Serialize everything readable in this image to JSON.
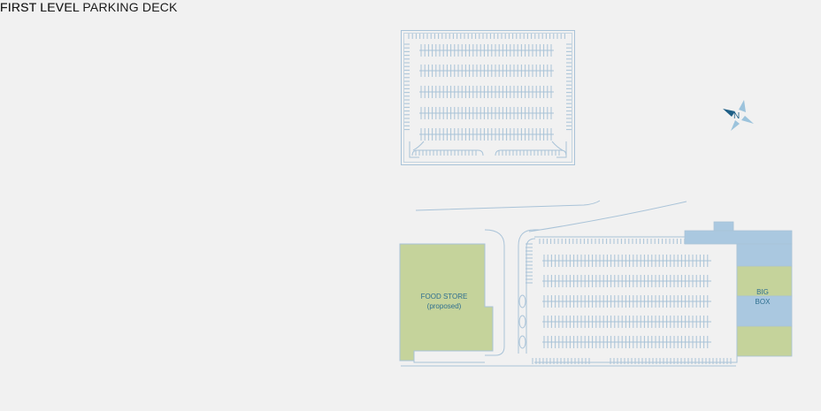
{
  "titles": {
    "deck": "FIRST LEVEL PARKING DECK",
    "level": "FIRST LEVEL"
  },
  "stores": {
    "food_store": {
      "name": "FOOD STORE",
      "note": "(proposed)"
    },
    "big_box": {
      "line1": "BIG",
      "line2": "BOX"
    }
  },
  "compass": {
    "label": "N"
  },
  "colors": {
    "background": "#f1f1f1",
    "outline": "#a9c3d8",
    "food_store_fill": "#c5d39b",
    "big_box_blue": "#aac8e0",
    "big_box_green": "#c5d39b",
    "label_text": "#2f6f8f",
    "compass_dark": "#1f5f86",
    "compass_light": "#9cc3dc"
  }
}
